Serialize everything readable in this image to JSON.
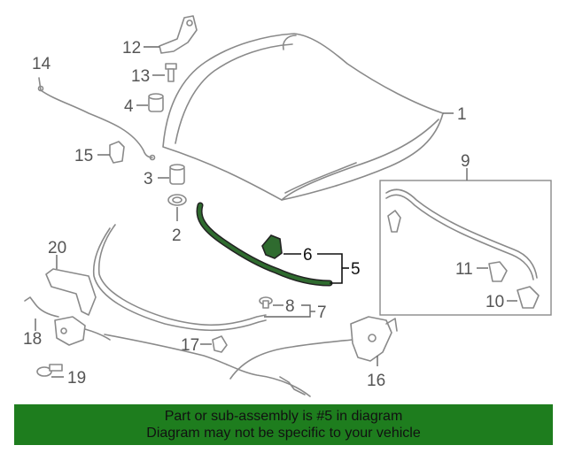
{
  "callouts": {
    "c1": "1",
    "c2": "2",
    "c3": "3",
    "c4": "4",
    "c5": "5",
    "c6": "6",
    "c7": "7",
    "c8": "8",
    "c9": "9",
    "c10": "10",
    "c11": "11",
    "c12": "12",
    "c13": "13",
    "c14": "14",
    "c15": "15",
    "c16": "16",
    "c17": "17",
    "c18": "18",
    "c19": "19",
    "c20": "20"
  },
  "banner": {
    "line1": "Part or sub-assembly is #5 in diagram",
    "line2": "Diagram may not be specific to your vehicle",
    "color": "#1e7d1e"
  },
  "highlight_color": "#2f6b2f"
}
